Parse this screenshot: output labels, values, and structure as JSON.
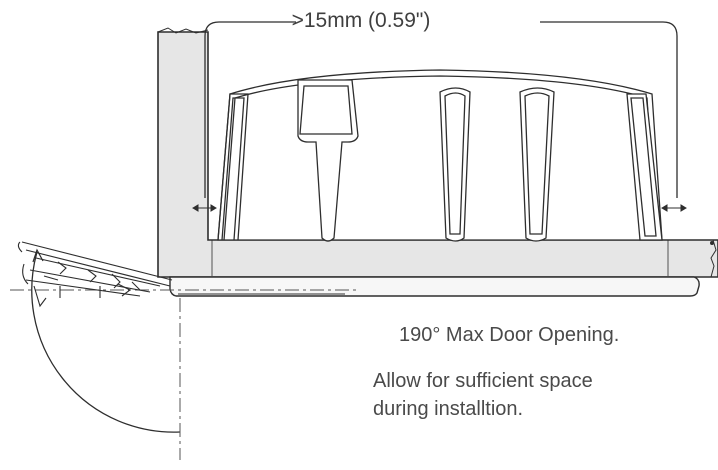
{
  "dimension": {
    "label": ">15mm (0.59\")"
  },
  "notes": {
    "opening": "190° Max Door Opening.",
    "space_line_1": "Allow for sufficient space",
    "space_line_2": "during installtion."
  },
  "colors": {
    "line": "#2e2e2e",
    "cabinet_fill": "#e6e6e6",
    "text": "#4a4a4a",
    "dashed": "#555555"
  }
}
